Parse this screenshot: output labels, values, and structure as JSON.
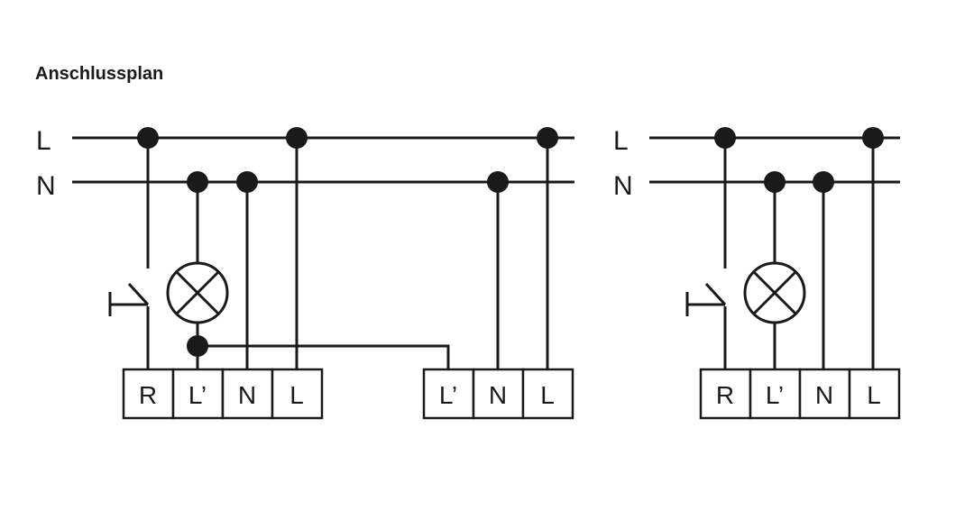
{
  "title": "Anschlussplan",
  "rail_labels": {
    "line": "L",
    "neutral": "N"
  },
  "left_diagram": {
    "unit_a_terminals": [
      "R",
      "L’",
      "N",
      "L"
    ],
    "unit_b_terminals": [
      "L’",
      "N",
      "L"
    ]
  },
  "right_diagram": {
    "unit_terminals": [
      "R",
      "L’",
      "N",
      "L"
    ]
  }
}
